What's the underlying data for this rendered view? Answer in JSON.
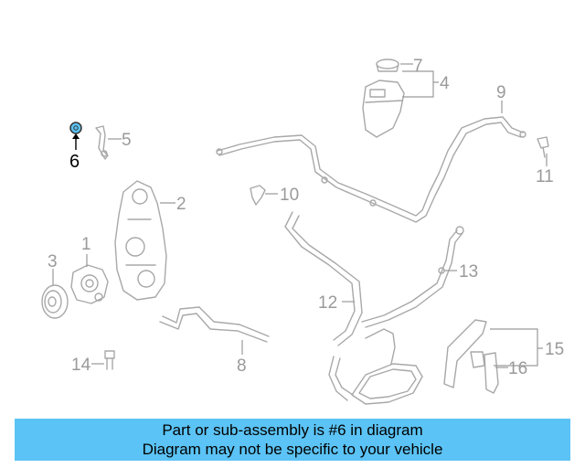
{
  "callouts": {
    "c1": "1",
    "c2": "2",
    "c3": "3",
    "c4": "4",
    "c5": "5",
    "c6": "6",
    "c7": "7",
    "c8": "8",
    "c9": "9",
    "c10": "10",
    "c11": "11",
    "c12": "12",
    "c13": "13",
    "c14": "14",
    "c15": "15",
    "c16": "16"
  },
  "highlighted_part": "6",
  "colors": {
    "highlight_part": "#5bc3f5",
    "banner_background": "#5bc3f5",
    "part_lines": "#a8a8a8"
  },
  "banner": {
    "line1": "Part or sub-assembly is #6 in diagram",
    "line2": "Diagram may not be specific to your vehicle"
  }
}
